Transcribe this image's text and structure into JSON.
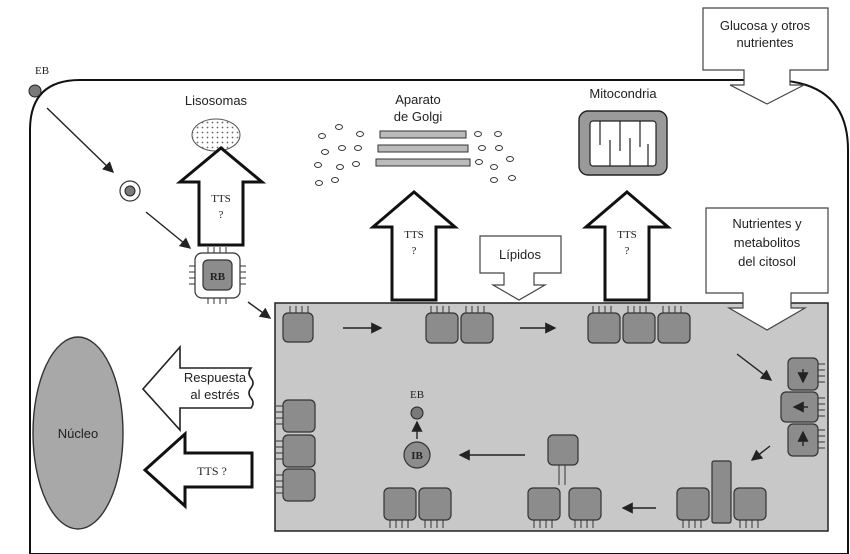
{
  "labels": {
    "glucose": [
      "Glucosa y otros",
      "nutrientes"
    ],
    "lysosomes": "Lisosomas",
    "golgi": [
      "Aparato",
      "de Golgi"
    ],
    "mitochondria": "Mitocondria",
    "nutrients": [
      "Nutrientes y",
      "metabolitos",
      "del citosol"
    ],
    "lipids": "Lípidos",
    "stress": [
      "Respuesta",
      "al estrés"
    ],
    "nucleus": "Núcleo",
    "tts_q": "TTS ?",
    "tts": "TTS",
    "q": "?",
    "eb": "EB",
    "rb": "RB",
    "ib": "IB"
  },
  "colors": {
    "inclusion_fill": "#c8c8c8",
    "body_fill": "#8c8c8c",
    "outline": "#333333",
    "mito_fill": "#9a9a9a",
    "nucleus_fill": "#a8a8a8"
  }
}
